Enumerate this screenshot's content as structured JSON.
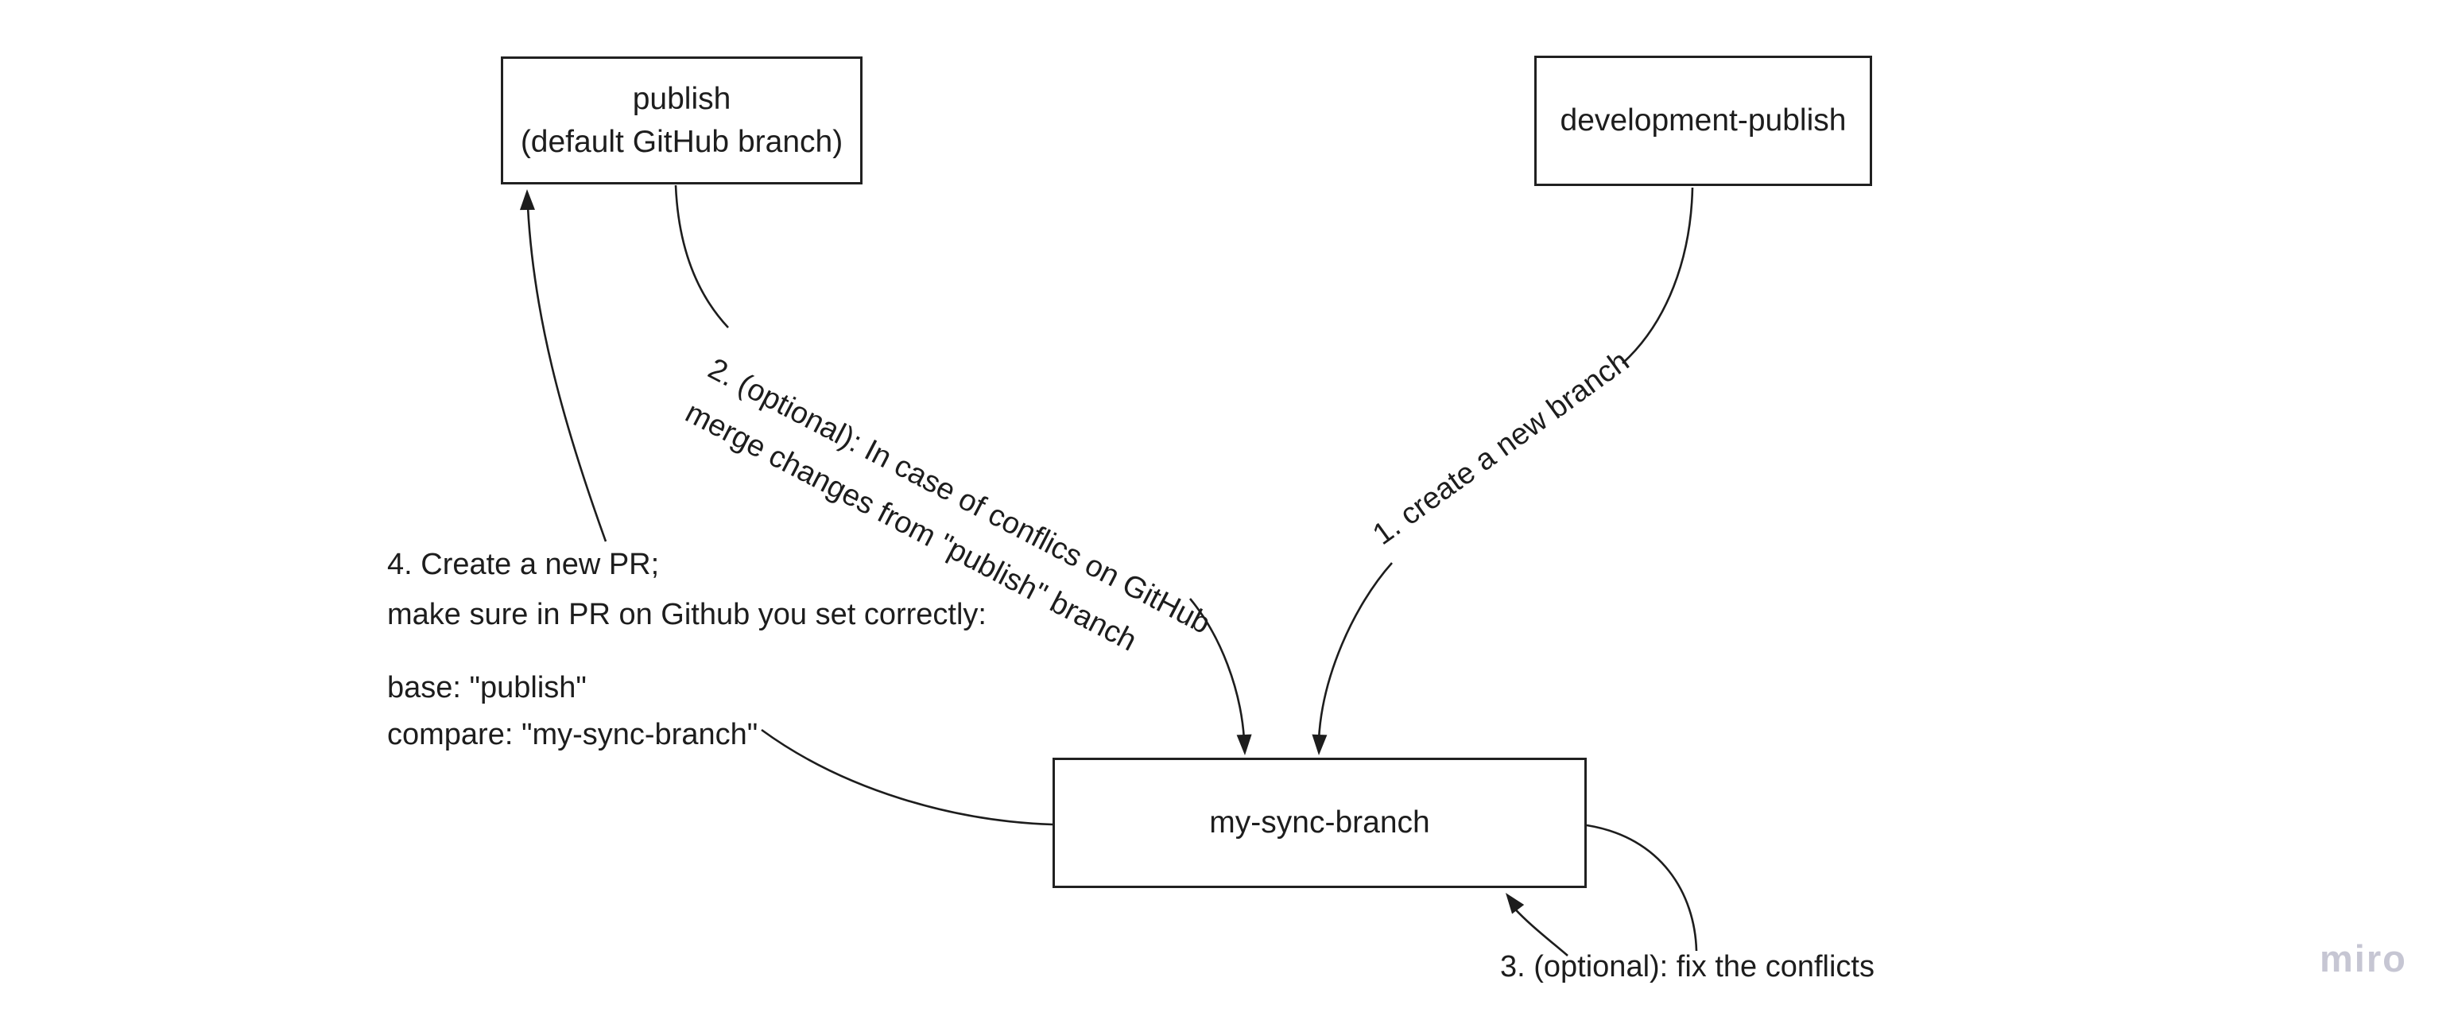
{
  "colors": {
    "background": "#ffffff",
    "stroke": "#1d1d1d",
    "text": "#1d1d1d",
    "box_fill": "#ffffff",
    "watermark": "#c6c6d3"
  },
  "nodes": {
    "publish": {
      "line1": "publish",
      "line2": "(default GitHub branch)"
    },
    "development_publish": {
      "label": "development-publish"
    },
    "my_sync_branch": {
      "label": "my-sync-branch"
    }
  },
  "edges": {
    "step1": {
      "label": "1. create a new branch"
    },
    "step2": {
      "line1": "2. (optional): In case of conflics on GitHub",
      "line2": "merge changes from \"publish\" branch"
    },
    "step3": {
      "label": "3. (optional): fix the conflicts"
    },
    "step4": {
      "line1": "4. Create a new PR;",
      "line2": "make sure in PR on Github you set correctly:",
      "line3": "base: \"publish\"",
      "line4": "compare: \"my-sync-branch\""
    }
  },
  "watermark": {
    "logo_text": "miro"
  }
}
